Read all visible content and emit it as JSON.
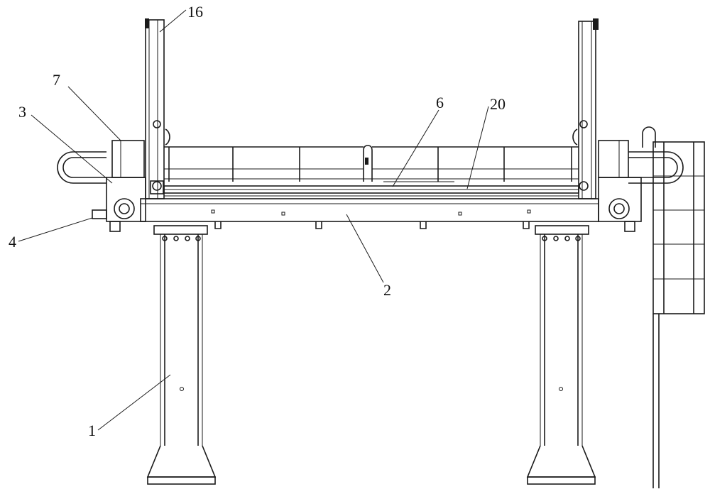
{
  "ink": "#1a1a1a",
  "background": "#ffffff",
  "callouts": {
    "c16": "16",
    "c7": "7",
    "c3": "3",
    "c6": "6",
    "c20": "20",
    "c4": "4",
    "c2": "2",
    "c1": "1"
  }
}
